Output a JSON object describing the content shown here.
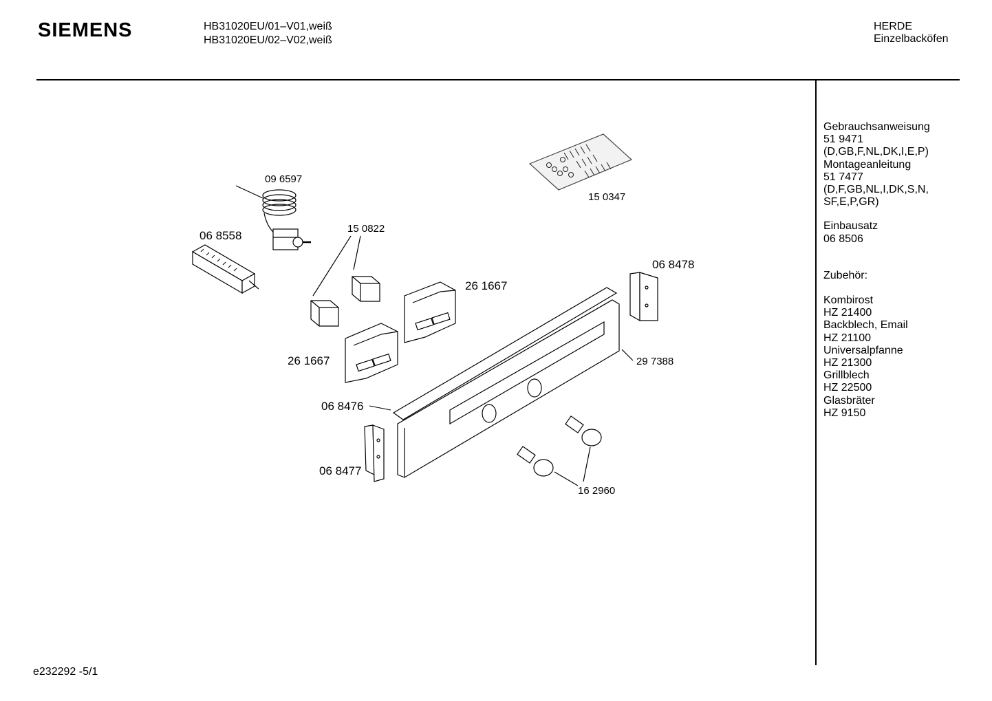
{
  "header": {
    "brand": "SIEMENS",
    "models": [
      "HB31020EU/01–V01,weiß",
      "HB31020EU/02–V02,weiß"
    ],
    "category": "HERDE",
    "subcategory": "Einzelbacköfen"
  },
  "parts": {
    "thermostat": "09 6597",
    "terminal_block": "06 8558",
    "switch": "15 0822",
    "screw_bag": "15 0347",
    "bracket_right": "26 1667",
    "bracket_left": "26 1667",
    "side_bracket_right": "06 8478",
    "control_panel": "29 7388",
    "panel_trim": "06 8476",
    "side_bracket_left": "06 8477",
    "knob": "16 2960"
  },
  "sidebar": [
    {
      "id": "manual_label",
      "text": "Gebrauchsanweisung"
    },
    {
      "id": "manual_no",
      "text": "51 9471"
    },
    {
      "id": "manual_langs",
      "text": "(D,GB,F,NL,DK,I,E,P)"
    },
    {
      "id": "assembly_label",
      "text": "Montageanleitung"
    },
    {
      "id": "assembly_no",
      "text": "51 7477"
    },
    {
      "id": "assembly_langs_1",
      "text": "(D,F,GB,NL,I,DK,S,N,"
    },
    {
      "id": "assembly_langs_2",
      "text": "SF,E,P,GR)"
    },
    {
      "id": "install_label",
      "text": "Einbausatz"
    },
    {
      "id": "install_no",
      "text": "06 8506"
    },
    {
      "id": "accessories_label",
      "text": "Zubehör:"
    },
    {
      "id": "acc1_name",
      "text": "Kombirost"
    },
    {
      "id": "acc1_no",
      "text": "HZ 21400"
    },
    {
      "id": "acc2_name",
      "text": "Backblech, Email"
    },
    {
      "id": "acc2_no",
      "text": "HZ 21100"
    },
    {
      "id": "acc3_name",
      "text": "Universalpfanne"
    },
    {
      "id": "acc3_no",
      "text": "HZ 21300"
    },
    {
      "id": "acc4_name",
      "text": "Grillblech"
    },
    {
      "id": "acc4_no",
      "text": "HZ 22500"
    },
    {
      "id": "acc5_name",
      "text": "Glasbräter"
    },
    {
      "id": "acc5_no",
      "text": "HZ 9150"
    }
  ],
  "footer": {
    "doc_id": "e232292 -5/1"
  }
}
